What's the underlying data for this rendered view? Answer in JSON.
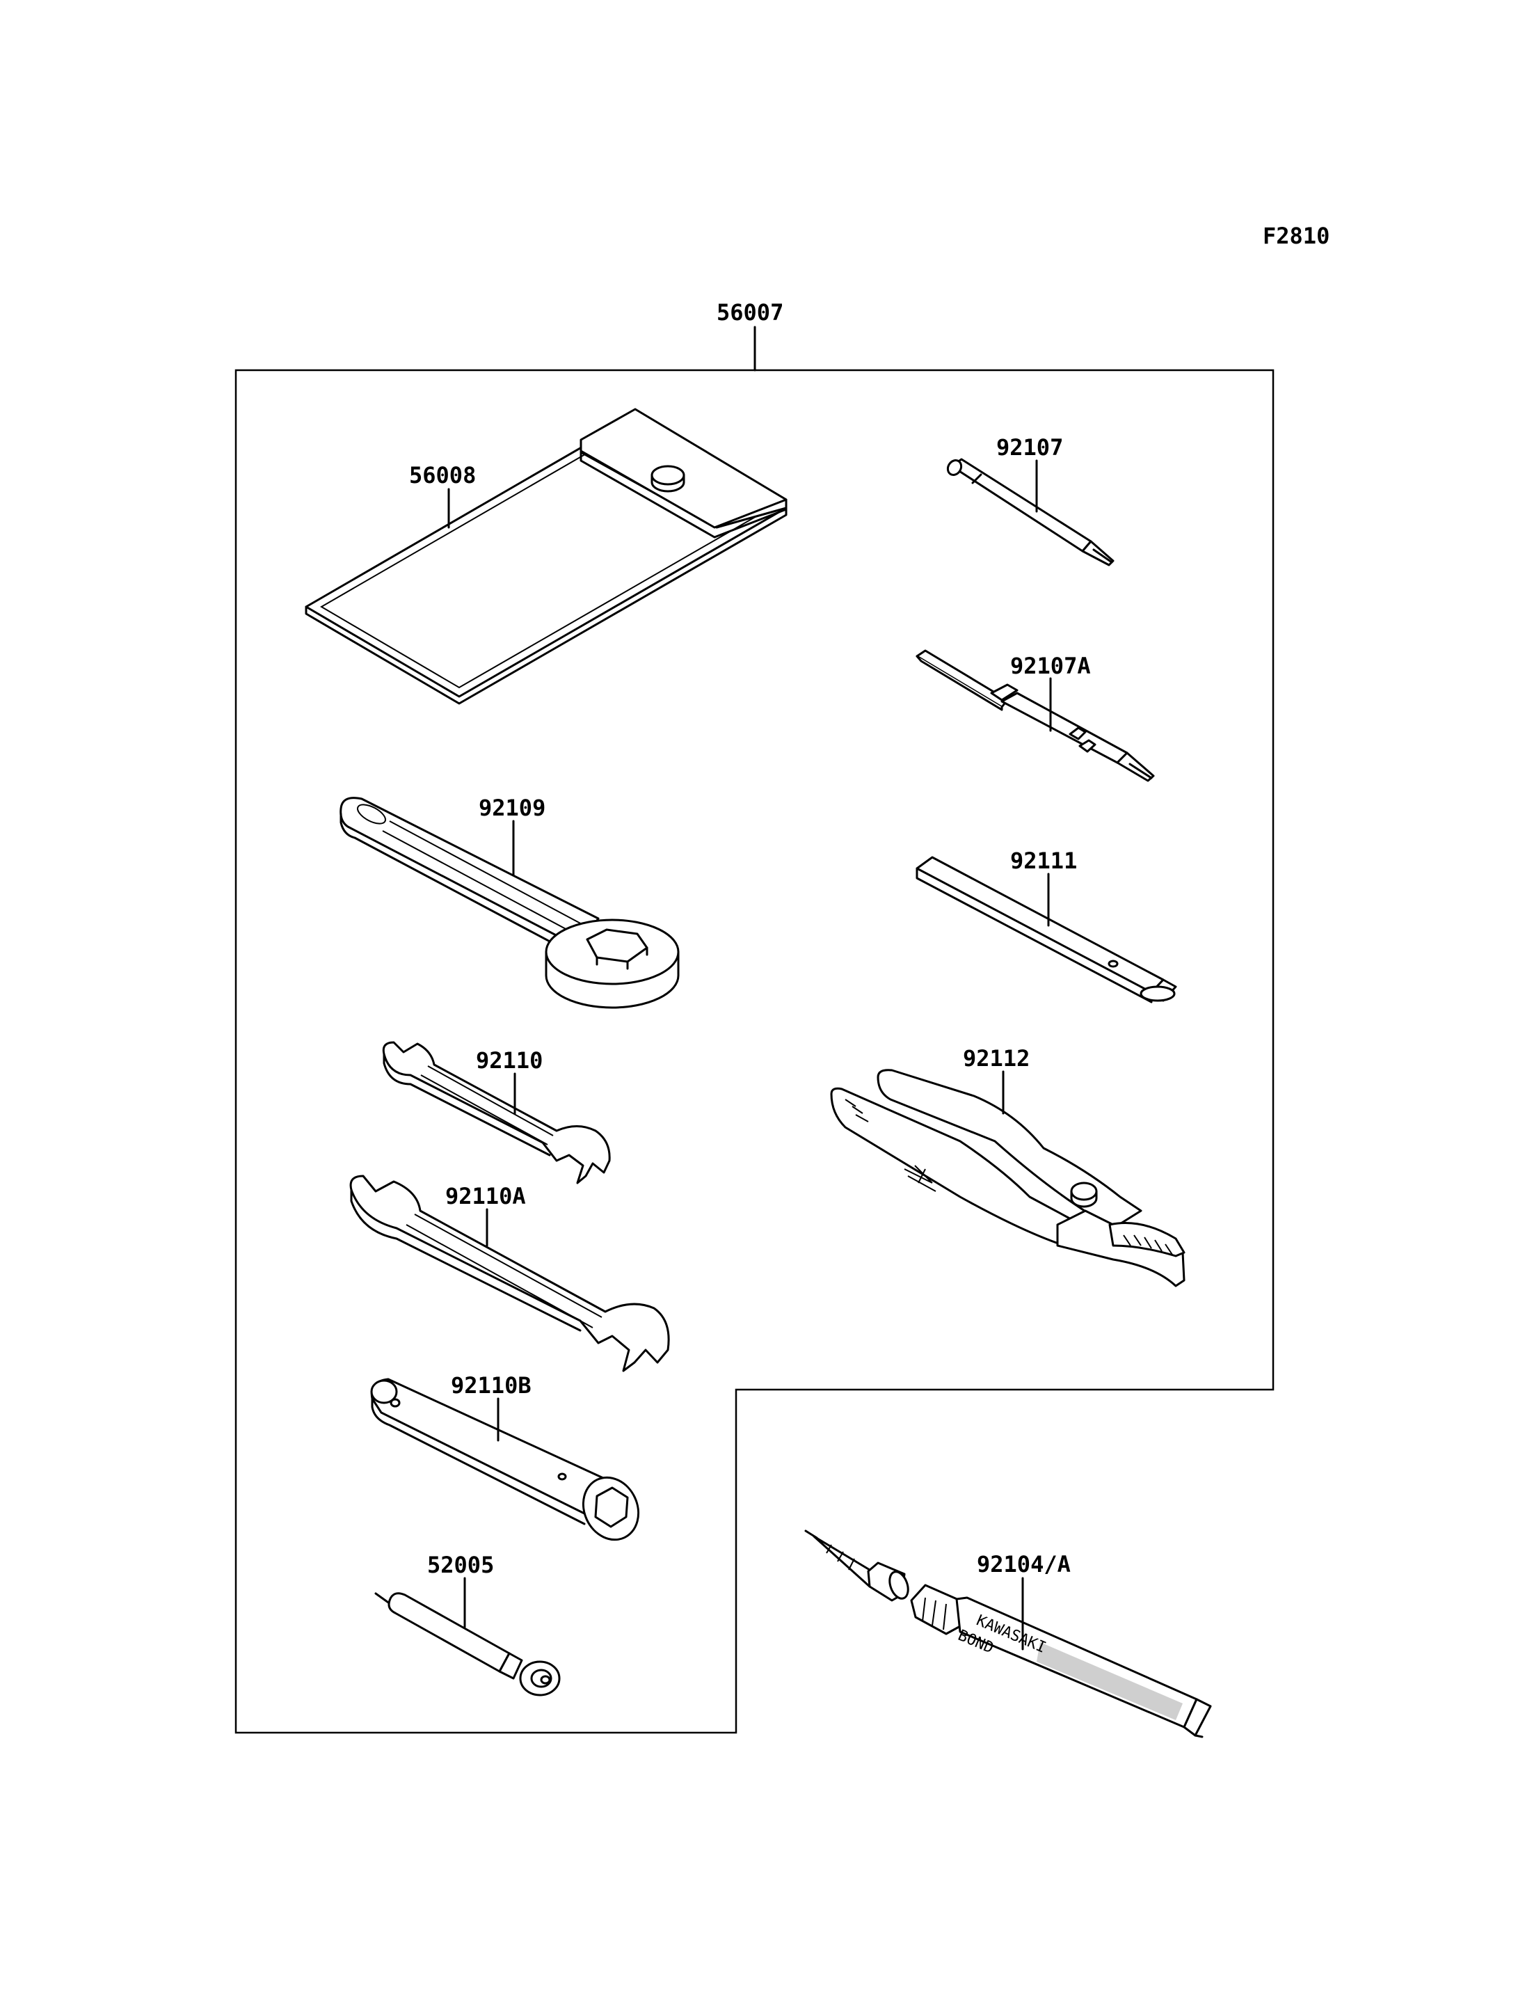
{
  "figure_code": "F2810",
  "kit_part": "56007",
  "parts": [
    {
      "key": "pouch",
      "number": "56008"
    },
    {
      "key": "screwdriver_phillips",
      "number": "92107"
    },
    {
      "key": "screwdriver_flat",
      "number": "92107A"
    },
    {
      "key": "box_wrench",
      "number": "92109"
    },
    {
      "key": "handle_bar",
      "number": "92111"
    },
    {
      "key": "open_wrench_small",
      "number": "92110"
    },
    {
      "key": "pliers",
      "number": "92112"
    },
    {
      "key": "open_wrench_large",
      "number": "92110A"
    },
    {
      "key": "plug_wrench",
      "number": "92110B"
    },
    {
      "key": "spoke_tool",
      "number": "52005"
    },
    {
      "key": "bond_tube",
      "number": "92104/A"
    }
  ],
  "tube_print": {
    "line1": "KAWASAKI",
    "line2": "BOND"
  }
}
